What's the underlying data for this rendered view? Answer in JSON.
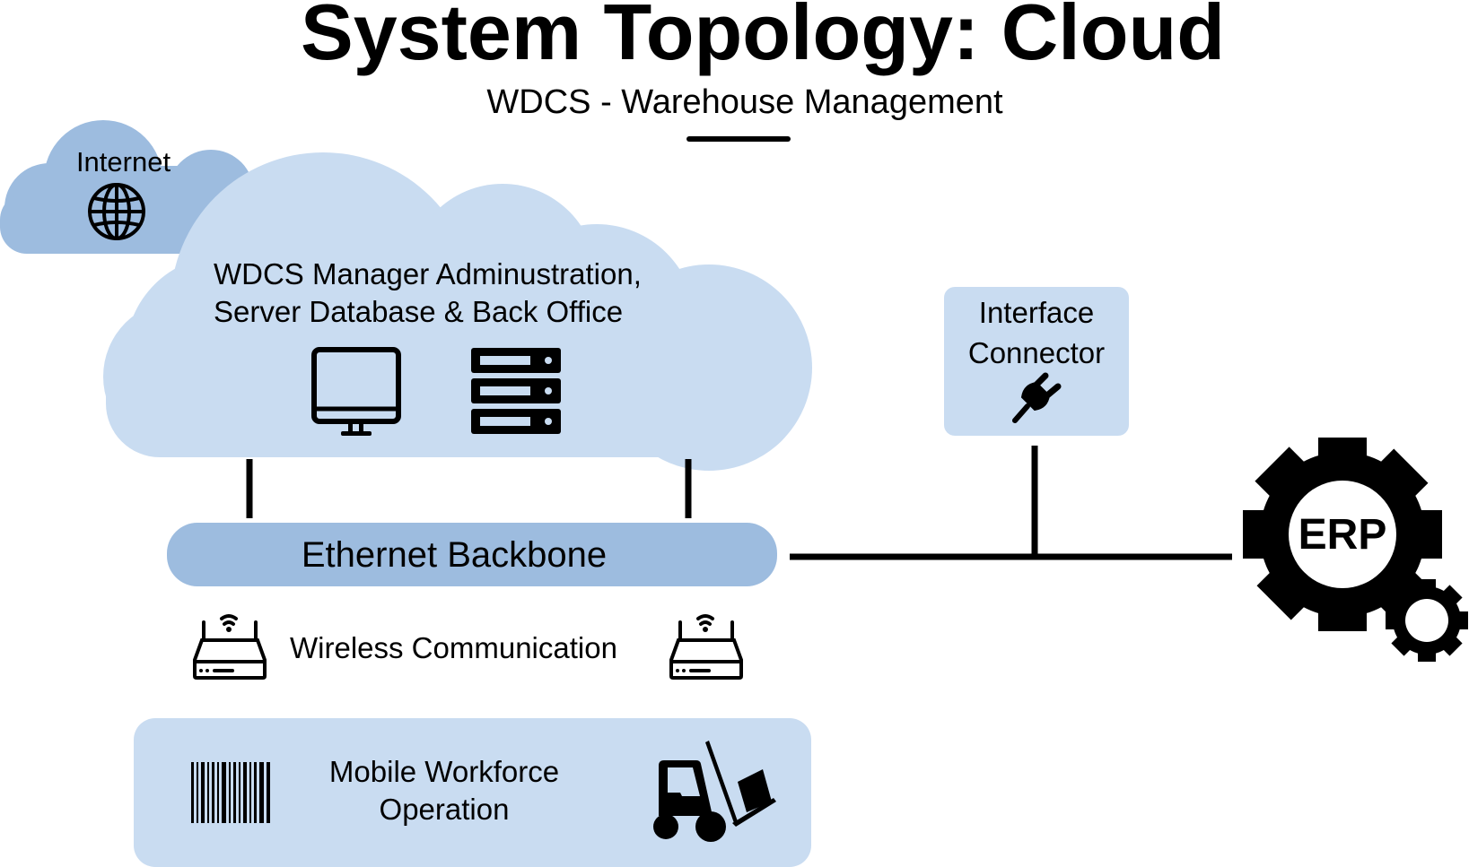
{
  "header": {
    "title": "System Topology: Cloud",
    "subtitle": "WDCS - Warehouse Management"
  },
  "colors": {
    "cloud_light": "#c9dcf1",
    "cloud_dark": "#9dbcdf",
    "line": "#000000"
  },
  "nodes": {
    "internet": {
      "label": "Internet",
      "icon": "globe-icon"
    },
    "cloud_server": {
      "label_line1": "WDCS Manager Adminustration,",
      "label_line2": "Server Database & Back Office",
      "icons": [
        "monitor-icon",
        "server-rack-icon"
      ]
    },
    "interface_connector": {
      "label_line1": "Interface",
      "label_line2": "Connector",
      "icon": "plug-icon"
    },
    "erp": {
      "label": "ERP",
      "icon": "gear-icon"
    },
    "ethernet_backbone": {
      "label": "Ethernet Backbone"
    },
    "wireless": {
      "label": "Wireless Communication",
      "icons": [
        "wifi-router-icon",
        "wifi-router-icon"
      ]
    },
    "mobile_workforce": {
      "label_line1": "Mobile Workforce",
      "label_line2": "Operation",
      "icons": [
        "barcode-icon",
        "forklift-icon"
      ]
    }
  }
}
